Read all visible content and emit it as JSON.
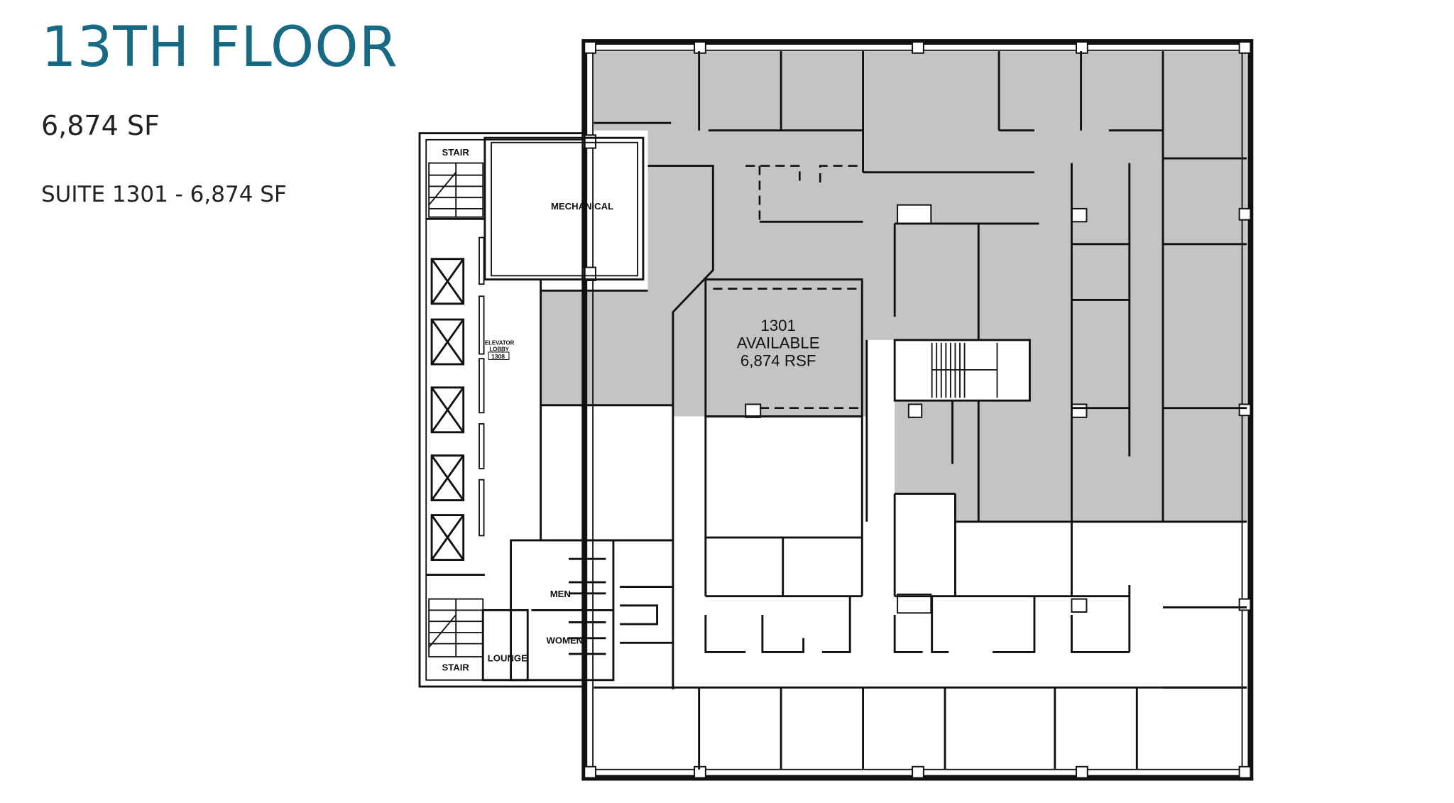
{
  "header": {
    "title": "13TH FLOOR",
    "floor_area": "6,874 SF",
    "suite_line": "SUITE 1301 - 6,874 SF"
  },
  "colors": {
    "title": "#166a84",
    "available_space": "#c4c4c4",
    "walls": "#111111"
  },
  "floorplan": {
    "labels": {
      "stair_top": "STAIR",
      "stair_bottom": "STAIR",
      "mechanical": "MECHANICAL",
      "elevator_lobby_1": "ELEVATOR",
      "elevator_lobby_2": "LOBBY",
      "elevator_lobby_number": "1308",
      "men": "MEN",
      "women": "WOMEN",
      "lounge": "LOUNGE"
    },
    "suite": {
      "number": "1301",
      "status": "AVAILABLE",
      "area": "6,874 RSF"
    }
  }
}
